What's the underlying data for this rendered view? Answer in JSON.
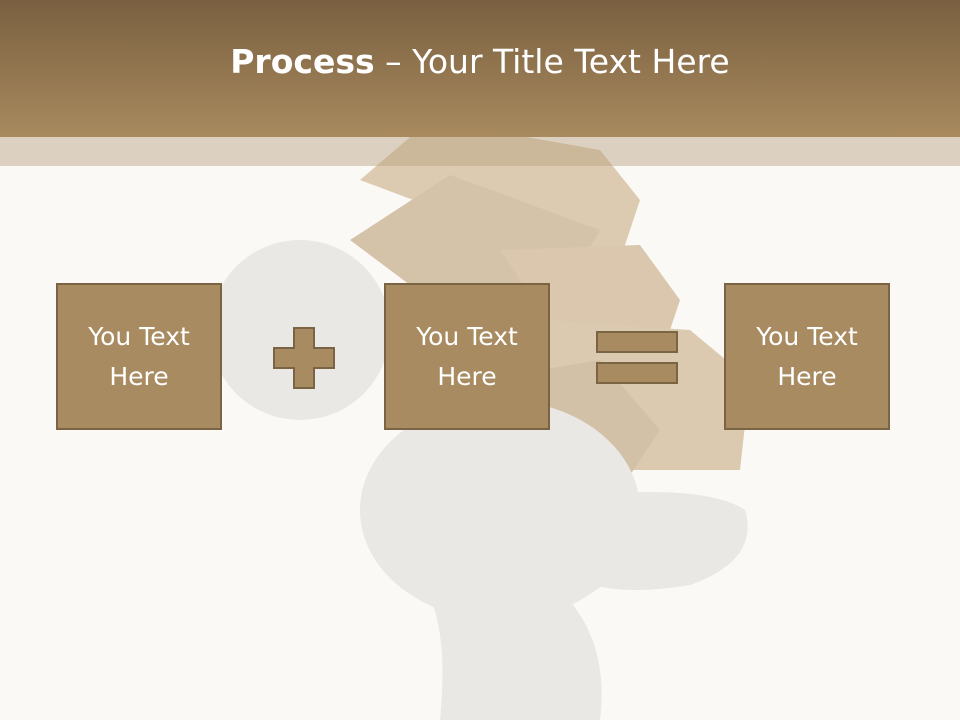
{
  "title": {
    "bold": "Process",
    "rest": " – Your Title Text Here"
  },
  "boxes": [
    {
      "label": "You Text Here"
    },
    {
      "label": "You Text Here"
    },
    {
      "label": "You Text Here"
    }
  ],
  "operators": [
    "plus-icon",
    "equals-icon"
  ],
  "colors": {
    "header": "#a88a5e",
    "box_fill": "#a88b60",
    "box_border": "#7b6443",
    "background": "#faf9f6"
  }
}
